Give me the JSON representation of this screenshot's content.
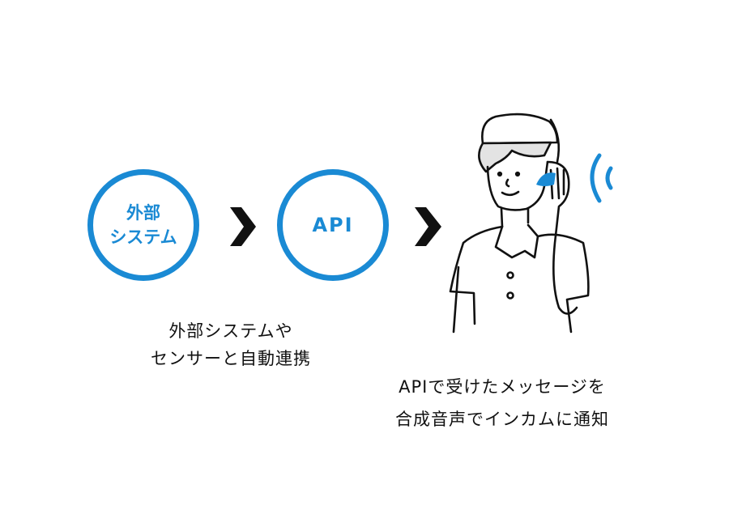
{
  "nodes": [
    {
      "label_line1": "外部",
      "label_line2": "システム"
    },
    {
      "label": "API"
    }
  ],
  "captions": [
    {
      "line1": "外部システムや",
      "line2": "センサーと自動連携"
    },
    {
      "line1": "APIで受けたメッセージを",
      "line2": "合成音声でインカムに通知"
    }
  ],
  "colors": {
    "accent": "#1a8ad4",
    "text": "#111111"
  },
  "icons": [
    "chevron-right-icon",
    "chevron-right-icon",
    "operator-with-headset-illustration",
    "sound-wave-icon"
  ]
}
